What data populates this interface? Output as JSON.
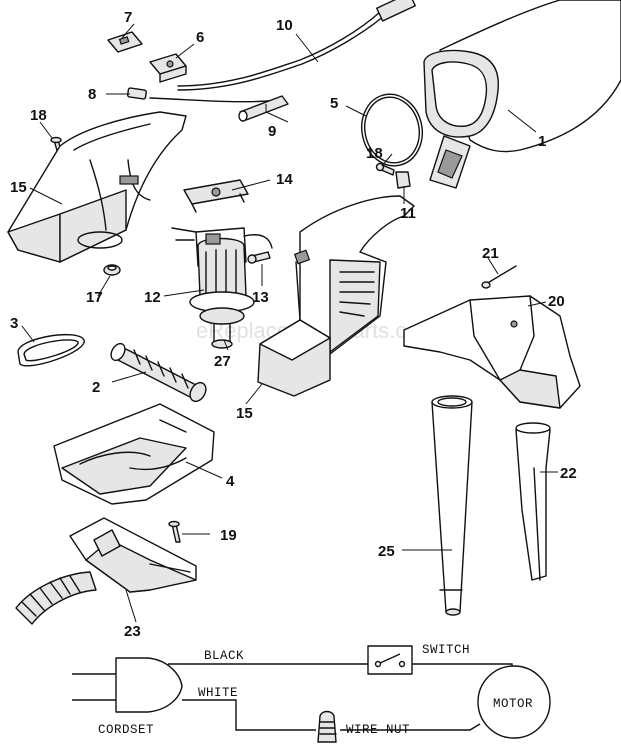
{
  "watermark": "eReplacementParts.com",
  "callouts": {
    "p1": "1",
    "p2": "2",
    "p3": "3",
    "p4": "4",
    "p5": "5",
    "p6": "6",
    "p7": "7",
    "p8": "8",
    "p9": "9",
    "p10": "10",
    "p11": "11",
    "p12": "12",
    "p13": "13",
    "p14": "14",
    "p15a": "15",
    "p15b": "15",
    "p17": "17",
    "p18a": "18",
    "p18b": "18",
    "p19": "19",
    "p20": "20",
    "p21": "21",
    "p22": "22",
    "p23": "23",
    "p25": "25",
    "p27": "27"
  },
  "wiring": {
    "black": "BLACK",
    "white": "WHITE",
    "switch": "SWITCH",
    "motor": "MOTOR",
    "cordset": "CORDSET",
    "wire_nut": "WIRE NUT"
  }
}
